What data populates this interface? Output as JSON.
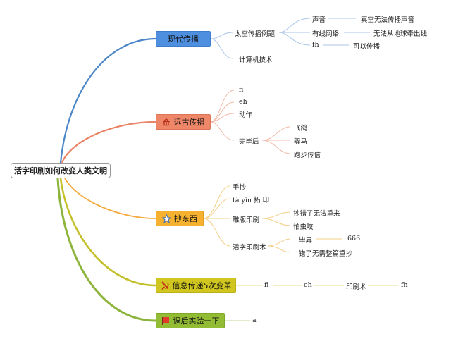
{
  "root": {
    "label": "活字印刷如何改变人类文明"
  },
  "colors": {
    "blue": "#4a86c8",
    "salmon": "#e98566",
    "orange": "#f3a93c",
    "olive": "#c4c02a",
    "green": "#8db43a",
    "blue_fill": "#4f8fdf",
    "salmon_fill": "#ee8668",
    "orange_fill": "#f5b12f",
    "olive_fill": "#d0c61f",
    "green_fill": "#93bc35"
  },
  "branches": {
    "modern": {
      "label": "现代传播",
      "children": {
        "space_example": "太空传播例题",
        "sound": "声音",
        "sound_detail": "真空无法传播声音",
        "wired": "有线网络",
        "wired_detail": "无法从地球牵出线",
        "fh": "fh",
        "fh_detail": "可以传播",
        "computer": "计算机技术"
      }
    },
    "ancient": {
      "label": "远古传播",
      "icon": "home-icon",
      "children": {
        "fi": "fi",
        "eh": "eh",
        "action": "动作",
        "after": "完毕后",
        "pigeon": "飞鸽",
        "horse": "驿马",
        "runner": "跑步传信"
      }
    },
    "copy": {
      "label": "抄东西",
      "icon": "star-icon",
      "children": {
        "handcopy": "手抄",
        "tayin": "tà yìn 拓 印",
        "carving": "雕版印刷",
        "carving_err": "抄错了无法重来",
        "carving_bug": "怕虫咬",
        "movable": "活字印刷术",
        "bisheng": "毕昇",
        "n666": "666",
        "movable_err": "错了无需整篇重抄"
      }
    },
    "info": {
      "label": "信息传递5次变革",
      "icon": "hammer-sickle-icon",
      "children": {
        "fi": "fi",
        "eh": "eh",
        "print": "印刷术",
        "fh": "fh"
      }
    },
    "lab": {
      "label": "课后实验一下",
      "icon": "flag-icon",
      "children": {
        "a": "a"
      }
    }
  }
}
